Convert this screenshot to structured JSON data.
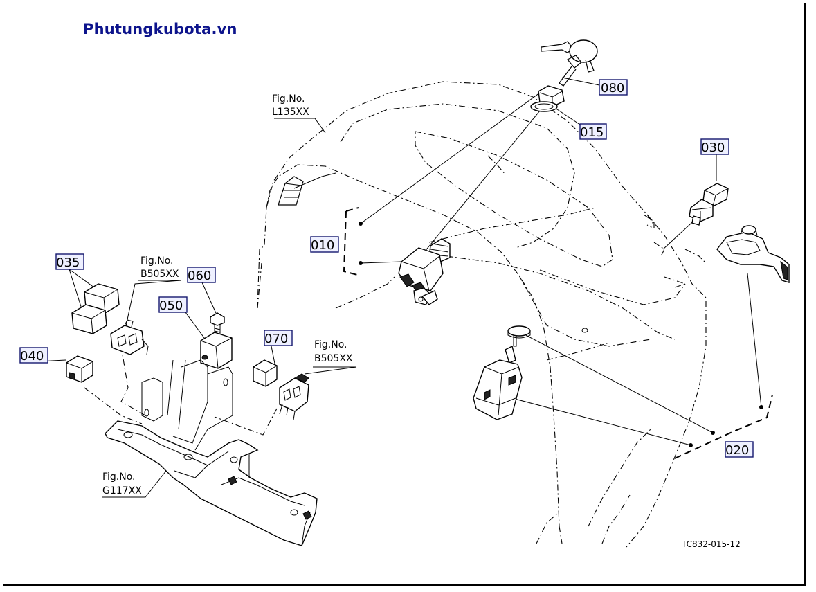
{
  "watermark": "Phutungkubota.vn",
  "drawing_ref": "TC832-015-12",
  "part_labels": {
    "p080": "080",
    "p015": "015",
    "p030": "030",
    "p010": "010",
    "p020": "020",
    "p035": "035",
    "p060": "060",
    "p050": "050",
    "p070": "070",
    "p040": "040"
  },
  "figure_refs": {
    "l135": {
      "title": "Fig.No.",
      "code": "L135XX"
    },
    "b505_left": {
      "title": "Fig.No.",
      "code": "B505XX"
    },
    "b505_right": {
      "title": "Fig.No.",
      "code": "B505XX"
    },
    "g117": {
      "title": "Fig.No.",
      "code": "G117XX"
    }
  },
  "colors": {
    "watermark": "#0d148c",
    "label_box_border": "#14186e",
    "label_box_fill": "#eef0ff"
  }
}
